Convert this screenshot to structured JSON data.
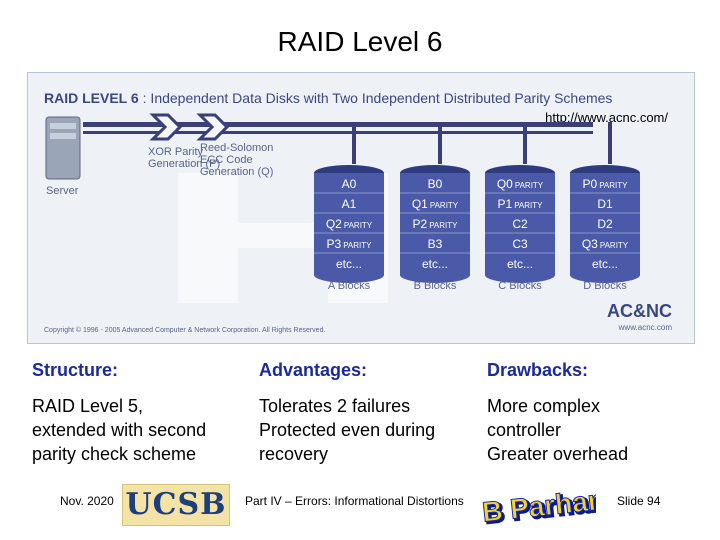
{
  "slide": {
    "title": "RAID Level 6"
  },
  "figure": {
    "heading_bold": "RAID LEVEL 6",
    "heading_rest": ": Independent Data Disks with Two Independent Distributed Parity Schemes",
    "url": "http://www.acnc.com/",
    "server_label": "Server",
    "xor_label": [
      "XOR Parity",
      "Generation (P)"
    ],
    "rs_label": [
      "Reed-Solomon",
      "ECC Code",
      "Generation (Q)"
    ],
    "disks": [
      {
        "label": "A Blocks",
        "cells": [
          "A0",
          "A1",
          "Q2 PARITY",
          "P3 PARITY",
          "etc..."
        ]
      },
      {
        "label": "B Blocks",
        "cells": [
          "B0",
          "Q1 PARITY",
          "P2 PARITY",
          "B3",
          "etc..."
        ]
      },
      {
        "label": "C Blocks",
        "cells": [
          "Q0 PARITY",
          "P1 PARITY",
          "C2",
          "C3",
          "etc..."
        ]
      },
      {
        "label": "D Blocks",
        "cells": [
          "P0 PARITY",
          "D1",
          "D2",
          "Q3 PARITY",
          "etc..."
        ]
      }
    ],
    "copyright": "Copyright © 1996 - 2005 Advanced Computer & Network Corporation. All Rights Reserved.",
    "logo_text": "AC&NC",
    "logo_url": "www.acnc.com",
    "colors": {
      "disk": "#4a5aa8",
      "disk_dark": "#2e3b80",
      "heading": "#3b4780",
      "label": "#5a6488",
      "bus": "#3a3f78"
    }
  },
  "columns": [
    {
      "heading": "Structure:",
      "body": "RAID Level 5,\nextended with second\nparity check scheme"
    },
    {
      "heading": "Advantages:",
      "body": "Tolerates 2 failures\nProtected even during\n    recovery"
    },
    {
      "heading": "Drawbacks:",
      "body": "More complex\n    controller\nGreater overhead"
    }
  ],
  "footer": {
    "date": "Nov. 2020",
    "center": "Part IV – Errors: Informational Distortions",
    "slide_number": "Slide 94",
    "ucsb": "UCSB",
    "author": "B Parhami"
  }
}
